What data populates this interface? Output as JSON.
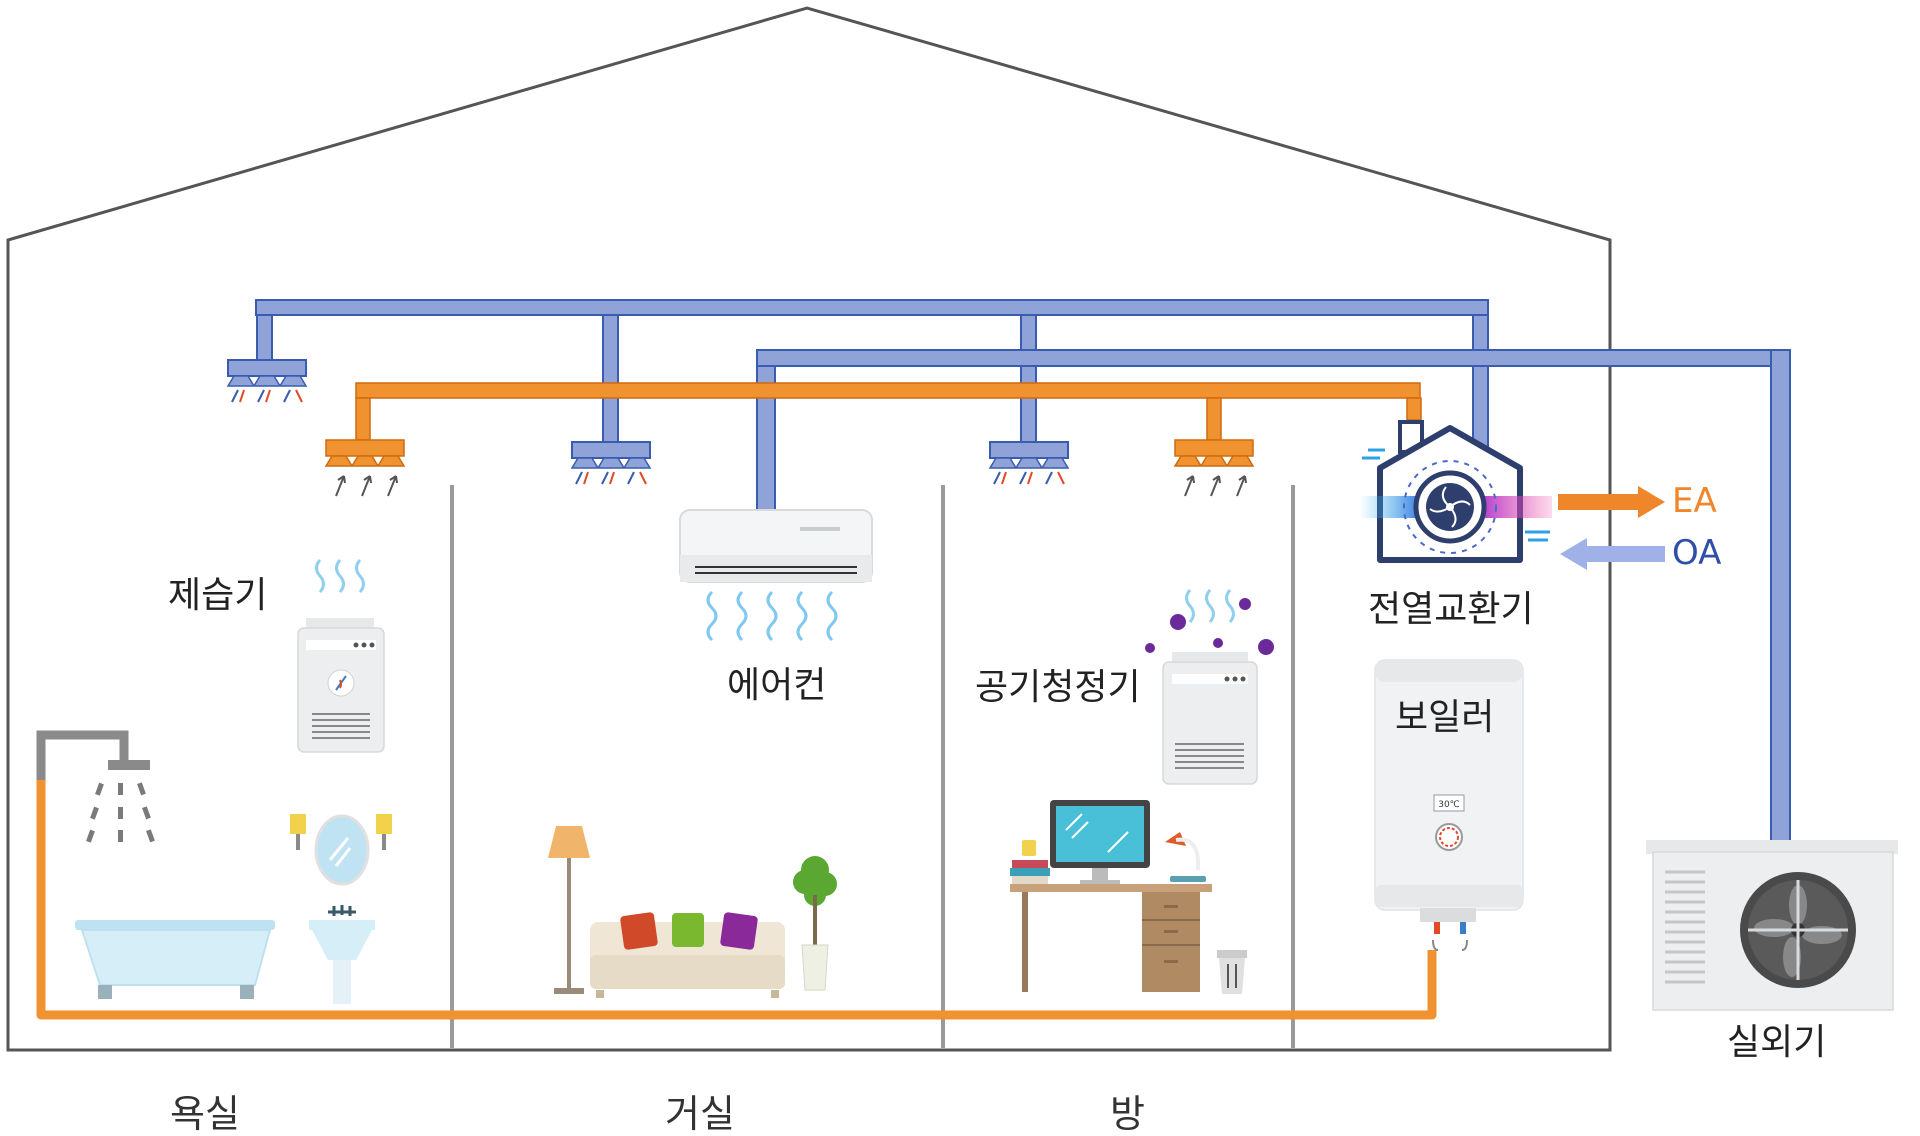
{
  "labels": {
    "dehumidifier": "제습기",
    "air_conditioner": "에어컨",
    "air_purifier": "공기청정기",
    "erv": "전열교환기",
    "boiler": "보일러",
    "outdoor_unit": "실외기",
    "ea": "EA",
    "oa": "OA"
  },
  "rooms": {
    "bathroom": "욕실",
    "living_room": "거실",
    "bedroom": "방"
  },
  "colors": {
    "house_outline": "#555555",
    "supply_duct": "#8fa3d8",
    "supply_duct_edge": "#3a5cb0",
    "exhaust_duct": "#f0922f",
    "exhaust_duct_edge": "#d06a10",
    "partition": "#999999",
    "ea_arrow": "#f0862a",
    "oa_arrow": "#9fb1e6",
    "thermostat_display": "30℃"
  }
}
